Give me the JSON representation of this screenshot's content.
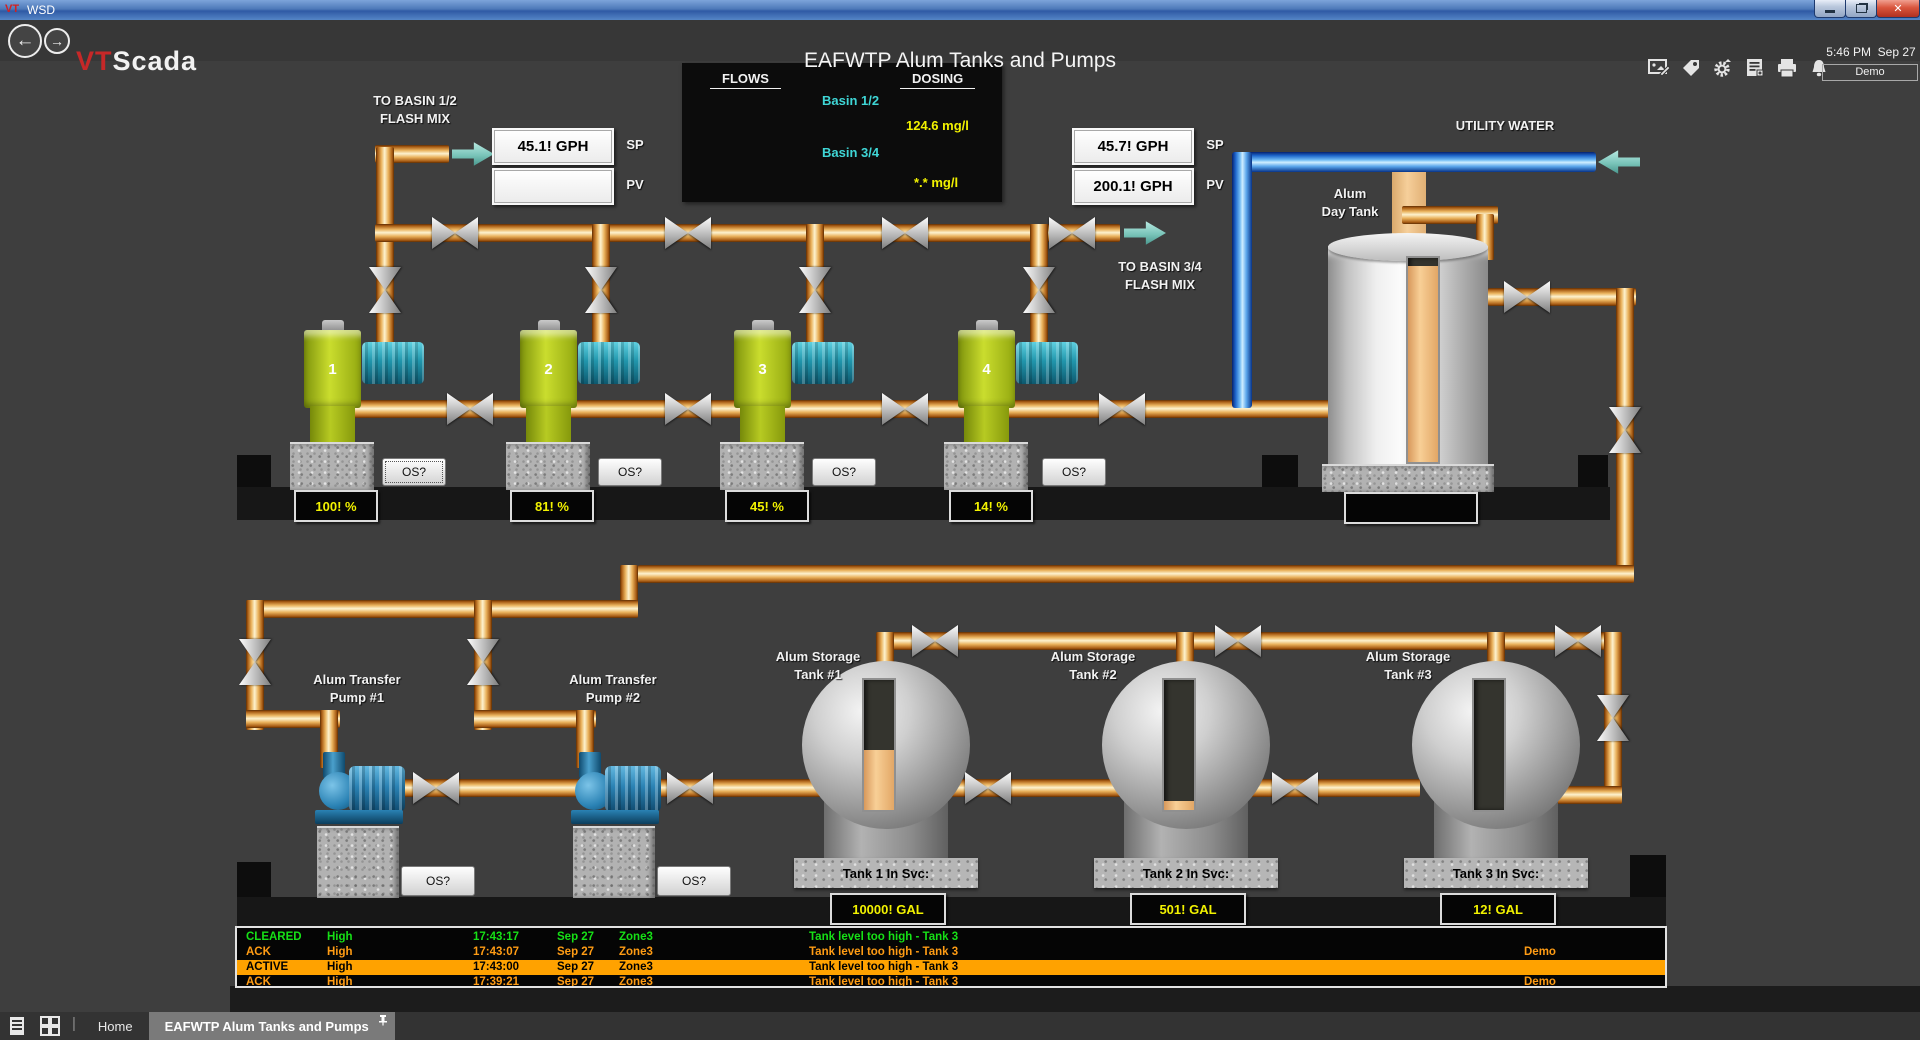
{
  "window": {
    "app_icon_text": "VT",
    "title": "WSD",
    "clock_time": "5:46 PM",
    "clock_date": "Sep 27",
    "user_mode": "Demo"
  },
  "toolbar": {
    "logo_vt": "VT",
    "logo_scada": "Scada",
    "page_title": "EAFWTP Alum Tanks and Pumps",
    "back_icon": "←",
    "forward_icon": "→"
  },
  "flows_panel": {
    "flows_header": "FLOWS",
    "dosing_header": "DOSING",
    "basin12_label": "Basin 1/2",
    "basin12_dosing": "124.6 mg/l",
    "basin34_label": "Basin 3/4",
    "basin34_dosing": "*.* mg/l"
  },
  "feeds": {
    "basin12_line1": "TO BASIN 1/2",
    "basin12_line2": "FLASH MIX",
    "basin34_line1": "TO BASIN 3/4",
    "basin34_line2": "FLASH MIX",
    "sp_label": "SP",
    "pv_label": "PV",
    "basin12_sp": "45.1! GPH",
    "basin12_pv": "",
    "basin34_sp": "45.7! GPH",
    "basin34_pv": "200.1! GPH",
    "utility_water_label": "UTILITY WATER"
  },
  "day_tank": {
    "label_line1": "Alum",
    "label_line2": "Day Tank",
    "level": "96%",
    "value": ""
  },
  "metering_pumps": [
    {
      "number": "1",
      "os_label": "OS?",
      "speed": "100! %"
    },
    {
      "number": "2",
      "os_label": "OS?",
      "speed": "81! %"
    },
    {
      "number": "3",
      "os_label": "OS?",
      "speed": "45! %"
    },
    {
      "number": "4",
      "os_label": "OS?",
      "speed": "14! %"
    }
  ],
  "transfer_pumps": [
    {
      "label_line1": "Alum Transfer",
      "label_line2": "Pump #1",
      "os_label": "OS?"
    },
    {
      "label_line1": "Alum Transfer",
      "label_line2": "Pump #2",
      "os_label": "OS?"
    }
  ],
  "storage_tanks": [
    {
      "label_line1": "Alum Storage",
      "label_line2": "Tank #1",
      "in_service_label": "Tank 1 In Svc:",
      "volume": "10000! GAL",
      "level": "46%"
    },
    {
      "label_line1": "Alum Storage",
      "label_line2": "Tank #2",
      "in_service_label": "Tank 2 In Svc:",
      "volume": "501! GAL",
      "level": "7%"
    },
    {
      "label_line1": "Alum Storage",
      "label_line2": "Tank #3",
      "in_service_label": "Tank 3 In Svc:",
      "volume": "12! GAL",
      "level": "0%"
    }
  ],
  "alarm_list": {
    "rows": [
      {
        "status": "CLEARED",
        "priority": "High",
        "time": "17:43:17",
        "date": "Sep 27",
        "zone": "Zone3",
        "message": "Tank level too high - Tank 3",
        "operator": ""
      },
      {
        "status": "ACK",
        "priority": "High",
        "time": "17:43:07",
        "date": "Sep 27",
        "zone": "Zone3",
        "message": "Tank level too high - Tank 3",
        "operator": "Demo"
      },
      {
        "status": "ACTIVE",
        "priority": "High",
        "time": "17:43:00",
        "date": "Sep 27",
        "zone": "Zone3",
        "message": "Tank level too high - Tank 3",
        "operator": ""
      },
      {
        "status": "ACK",
        "priority": "High",
        "time": "17:39:21",
        "date": "Sep 27",
        "zone": "Zone3",
        "message": "Tank level too high - Tank 3",
        "operator": "Demo"
      }
    ]
  },
  "taskbar": {
    "home_label": "Home",
    "active_tab_label": "EAFWTP Alum Tanks and Pumps"
  }
}
